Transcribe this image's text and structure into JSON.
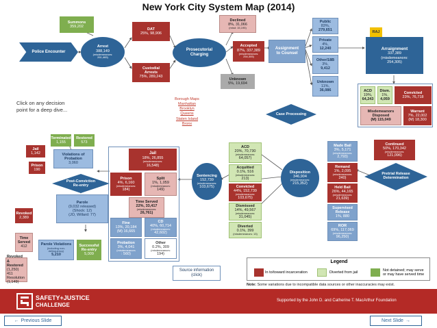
{
  "title": "New York City System Map (2014)",
  "summons": {
    "label": "Summons",
    "value": "359,202"
  },
  "police": {
    "label": "Police Encounter"
  },
  "arrest": {
    "label": "Arrest",
    "value": "388,149",
    "sub": "(misdemeanors:",
    "sub2": "261,465)"
  },
  "dat": {
    "label": "DAT",
    "value": "25%, 98,906"
  },
  "custodial": {
    "label": "Custodial",
    "l2": "Arrests",
    "value": "75%, 289,243"
  },
  "prosecutorial": {
    "label": "Prosecutorial",
    "l2": "Charging"
  },
  "declined": {
    "label": "Declined",
    "value": "8%, 31,066",
    "sub": "(misd: 15,195)"
  },
  "accepted": {
    "label": "Accepted",
    "value": "87%, 337,389",
    "sub": "(misdemeanors:",
    "sub2": "254,305)"
  },
  "unknown1": {
    "label": "Unknown",
    "value": "5%, 19,694"
  },
  "assignment": {
    "label": "Assignment",
    "l2": "to Counsel"
  },
  "public": {
    "label": "Public",
    "pct": "83%,",
    "value": "279,651"
  },
  "private": {
    "label": "Private",
    "pct": "4%,",
    "value": "12,240"
  },
  "other18b": {
    "label": "Other/18B",
    "pct": "3%,",
    "value": "9,412"
  },
  "unknown2": {
    "label": "Unknown",
    "pct": "11%,",
    "value": "36,086"
  },
  "raj": {
    "label": "RAJ"
  },
  "arraignment": {
    "label": "Arraignment",
    "value": "337,389",
    "sub": "(misdemeanors:",
    "sub2": "254,305)"
  },
  "acd_top": {
    "label": "ACD",
    "pct": "19%,",
    "value": "64,243"
  },
  "dism_top": {
    "label": "Dism.",
    "pct": "1%,",
    "value": "4,059"
  },
  "convicted_top": {
    "label": "Convicted",
    "value": "23%, 76,718"
  },
  "misd_disposed": {
    "label": "Misdemeanors",
    "l2": "Disposed",
    "value": "(M) 115,049"
  },
  "warrant": {
    "label": "Warrant",
    "value": "7%, 22,002",
    "value2": "(M) 18,300"
  },
  "click_note": {
    "l1": "Click on any decision",
    "l2": "point for a deep dive..."
  },
  "boroughs": {
    "title": "Borough Maps",
    "items": [
      "Manhattan",
      "Brooklyn",
      "Queens",
      "Staten Island",
      "Bronx"
    ]
  },
  "case_processing": {
    "label": "Case Processing"
  },
  "terminated": {
    "label": "Terminated",
    "value": "1,155"
  },
  "restored_top": {
    "label": "Restored",
    "value": "573"
  },
  "jail_small": {
    "label": "Jail",
    "value": "1,142"
  },
  "prison_small": {
    "label": "Prison",
    "value": "190"
  },
  "violations_prob": {
    "label": "Violations of",
    "l2": "Probation",
    "value": "3,060"
  },
  "post_conviction": {
    "label": "Post-Conviction",
    "l2": "Re-entry"
  },
  "parole": {
    "label": "Parole",
    "sub": "(9,032 released)",
    "sub2": "(Shock: 12)",
    "sub3": "(JO, Willard: 77)"
  },
  "revoked": {
    "label": "Revoked",
    "value": "2,389"
  },
  "time_served_small": {
    "label": "Time",
    "l2": "Served",
    "value": "412"
  },
  "parole_violations": {
    "label": "Parole Violations",
    "sub": "(including non-",
    "sub2": "delinquency)",
    "value": "5,210"
  },
  "successful_reentry": {
    "label": "Successful",
    "l2": "Re-entry",
    "value": "5,009"
  },
  "revoked_restored": {
    "l1": "Revoked &",
    "l2": "Restored",
    "l3": "(1,250)",
    "l4": "411 Resolution",
    "l5": "(1,149)"
  },
  "jail_big": {
    "label": "Jail",
    "value": "18%, 26,855",
    "sub": "(misdemeanors:",
    "sub2": "16,548)"
  },
  "prison_big": {
    "label": "Prison",
    "value": "4%, 6,160",
    "sub": "(misdemeanors:",
    "sub2": "184)"
  },
  "split": {
    "label": "Split",
    "value": "1%, 1,059",
    "sub": "(misdemeanors:",
    "sub2": "149)"
  },
  "time_served_big": {
    "label": "Time Served",
    "value": "22%, 33,417",
    "sub": "(misdemeanors:",
    "sub2": "26,761)"
  },
  "fine": {
    "label": "Fine",
    "value": "13%, 20,184",
    "sub": "(M) 16,665"
  },
  "cd": {
    "label": "CD",
    "value": "40%, 60,714",
    "sub": "(misdemeanors:",
    "sub2": "42,602)"
  },
  "probation": {
    "label": "Probation",
    "value": "3%, 4,041",
    "sub": "(misdemeanors",
    "sub2": ": 560)"
  },
  "other_sent": {
    "label": "Other",
    "value": "0.2%, 309",
    "sub": "(misdemeanors:",
    "sub2": "194)"
  },
  "sentencing": {
    "label": "Sentencing",
    "value": "152,739",
    "sub": "(misdemeanors:",
    "sub2": "103,675)"
  },
  "acd_mid": {
    "label": "ACD",
    "value": "20%, 70,730",
    "sub": "(misdemeanors:",
    "sub2": "64,057)"
  },
  "acquitted": {
    "label": "Acquitted",
    "value": "0.1%, 516",
    "sub": "(misdemeanors:",
    "sub2": "213)"
  },
  "convicted_mid": {
    "label": "Convicted",
    "value": "44%, 152,739",
    "sub": "(misdemeanors:",
    "sub2": "103,675)"
  },
  "dismissed": {
    "label": "Dismissed",
    "value": "14%, 49,567",
    "sub": "(misdemeanors:",
    "sub2": "31,045)"
  },
  "diverted": {
    "label": "Diverted",
    "value": "0.1%, 399",
    "sub": "(misdemeanors: 13)"
  },
  "disposition": {
    "label": "Disposition",
    "value": "346,904",
    "sub": "(misdemeanors:",
    "sub2": "215,352)"
  },
  "made_bail": {
    "label": "Made Bail",
    "value": "3%, 5,171",
    "sub": "(misdemeanors:",
    "sub2": "2,793)"
  },
  "remand": {
    "label": "Remand",
    "value": "1%, 2,095",
    "sub": "(misdemeanors:",
    "sub2": "240)"
  },
  "held_bail": {
    "label": "Held Bail",
    "value": "26%, 44,165",
    "sub": "(misdemeanors:",
    "sub2": "21,639)"
  },
  "supervised": {
    "label": "Supervised",
    "l2": "Release",
    "value": "1%, 880"
  },
  "ror": {
    "label": "ROR",
    "value": "69%, 117,069",
    "sub": "(misdemeanors:",
    "sub2": "96,250)"
  },
  "continued": {
    "label": "Continued",
    "value": "50%, 170,342",
    "sub": "(misdemeanors:",
    "sub2": "121,096)"
  },
  "pretrial": {
    "label": "Pretrial Release",
    "l2": "Determination"
  },
  "source_info": {
    "l1": "Source information",
    "l2": "(click)"
  },
  "legend": {
    "title": "Legend",
    "into_jail": "In to/toward incarceration",
    "diverted": "Diverted from jail",
    "not_detained": "Not detained; may serve or may have served time"
  },
  "note": {
    "label": "Note:",
    "text": "Some variations due to incompatible data sources or other inaccuracies may exist."
  },
  "footer": {
    "logo1": "SAFETY+JUSTICE",
    "logo2": "CHALLENGE",
    "supported": "Supported by the John D. and Catherine T. MacArthur Foundation"
  },
  "nav": {
    "prev": "Previous Slide",
    "next": "Next Slide"
  },
  "colors": {
    "blue": "#2e6497",
    "green": "#7fae4f",
    "red": "#a8332e",
    "footer": "#b42a26"
  }
}
